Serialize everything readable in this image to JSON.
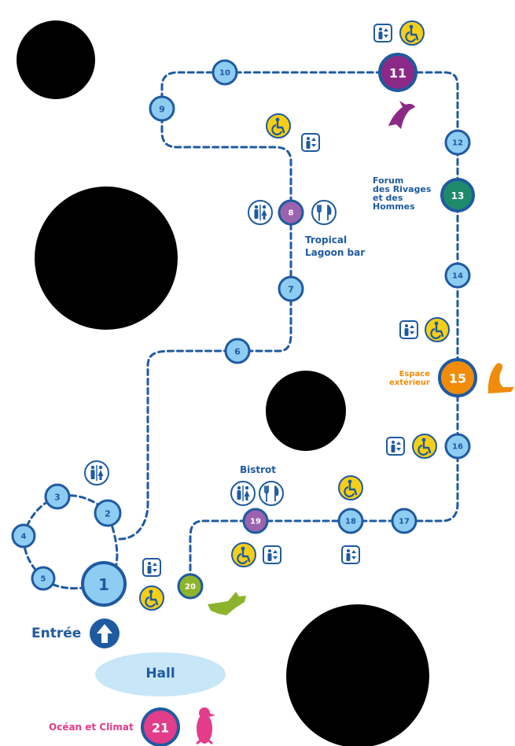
{
  "colors": {
    "path": "#1f5aa0",
    "stop_fill": "#8ecdf2",
    "stop_ring": "#1f5aa0",
    "stop_text": "#1f5aa0",
    "purple": "#8a2a86",
    "green": "#1f8a6a",
    "orange": "#f08c0a",
    "lime": "#8db32d",
    "pink": "#e23c8a",
    "accessible_yellow": "#f5cf17",
    "hall": "#c7e6f7"
  },
  "stops": [
    {
      "num": "1"
    },
    {
      "num": "2"
    },
    {
      "num": "3"
    },
    {
      "num": "4"
    },
    {
      "num": "5"
    },
    {
      "num": "6"
    },
    {
      "num": "7"
    },
    {
      "num": "8"
    },
    {
      "num": "9"
    },
    {
      "num": "10"
    },
    {
      "num": "11"
    },
    {
      "num": "12"
    },
    {
      "num": "13"
    },
    {
      "num": "14"
    },
    {
      "num": "15"
    },
    {
      "num": "16"
    },
    {
      "num": "17"
    },
    {
      "num": "18"
    },
    {
      "num": "19"
    },
    {
      "num": "20"
    },
    {
      "num": "21"
    }
  ],
  "labels": {
    "tropical_line1": "Tropical",
    "tropical_line2": "Lagoon bar",
    "forum_line1": "Forum",
    "forum_line2": "des Rivages",
    "forum_line3": "et des",
    "forum_line4": "Hommes",
    "espace_line1": "Espace",
    "espace_line2": "extérieur",
    "bistrot": "Bistrot",
    "entree": "Entrée",
    "hall": "Hall",
    "ocean": "Océan et Climat"
  },
  "icons": {
    "toilets": "toilets-icon",
    "accessible": "wheelchair-icon",
    "elevator": "elevator-icon",
    "restaurant": "fork-knife-icon",
    "up_arrow": "arrow-up-icon",
    "dolphin": "dolphin-icon",
    "sea_lion": "sea-lion-icon",
    "crocodile": "crocodile-icon",
    "penguin": "penguin-icon"
  }
}
